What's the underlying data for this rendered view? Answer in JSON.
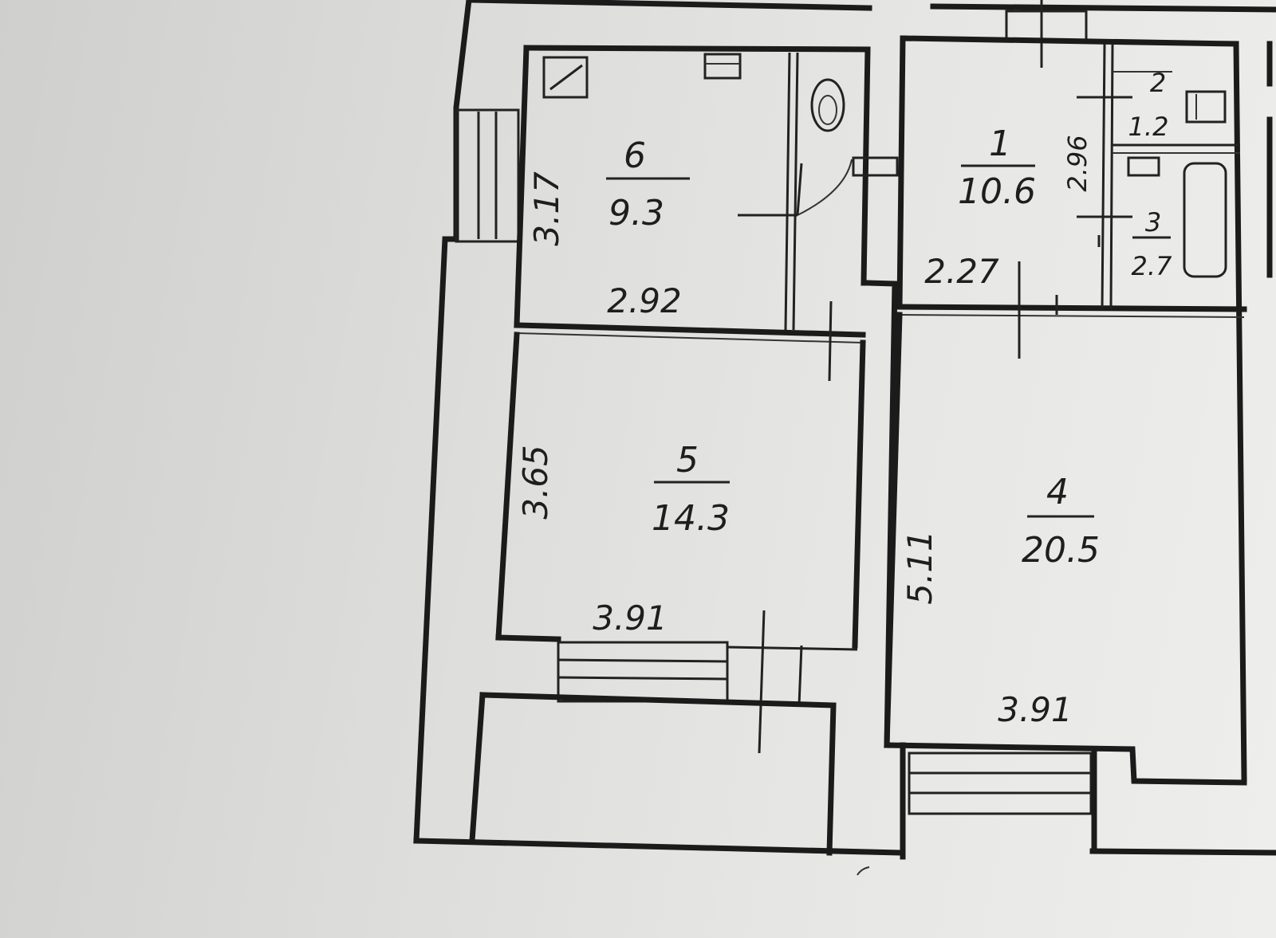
{
  "plan": {
    "rooms": [
      {
        "number": "1",
        "area": "10.6"
      },
      {
        "number": "2",
        "area": "1.2"
      },
      {
        "number": "3",
        "area": "2.7"
      },
      {
        "number": "4",
        "area": "20.5"
      },
      {
        "number": "5",
        "area": "14.3"
      },
      {
        "number": "6",
        "area": "9.3"
      }
    ],
    "dimensions": {
      "room6_height": "3.17",
      "room6_width": "2.92",
      "room5_height": "3.65",
      "room5_width": "3.91",
      "room1_height": "2.96",
      "room1_width": "2.27",
      "room4_height": "5.11",
      "room4_width": "3.91"
    }
  }
}
